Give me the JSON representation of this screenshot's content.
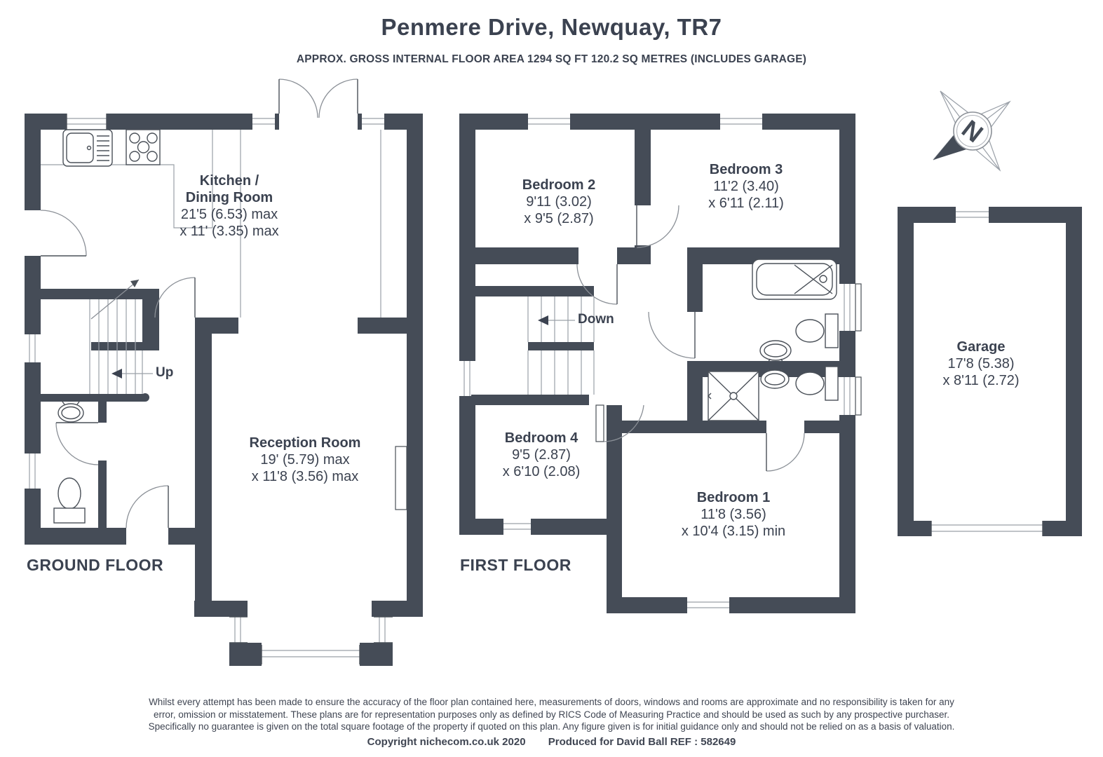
{
  "header": {
    "title": "Penmere Drive, Newquay, TR7",
    "subtitle": "APPROX. GROSS INTERNAL FLOOR AREA 1294 SQ FT 120.2 SQ METRES (INCLUDES GARAGE)"
  },
  "floors": {
    "ground": "GROUND FLOOR",
    "first": "FIRST FLOOR"
  },
  "rooms": {
    "kitchen": {
      "name1": "Kitchen /",
      "name2": "Dining Room",
      "dim1": "21'5 (6.53) max",
      "dim2": "x 11' (3.35) max"
    },
    "reception": {
      "name1": "Reception Room",
      "dim1": "19' (5.79) max",
      "dim2": "x 11'8 (3.56) max"
    },
    "bedroom2": {
      "name1": "Bedroom 2",
      "dim1": "9'11 (3.02)",
      "dim2": "x 9'5 (2.87)"
    },
    "bedroom3": {
      "name1": "Bedroom 3",
      "dim1": "11'2 (3.40)",
      "dim2": "x 6'11 (2.11)"
    },
    "bedroom4": {
      "name1": "Bedroom 4",
      "dim1": "9'5 (2.87)",
      "dim2": "x 6'10 (2.08)"
    },
    "bedroom1": {
      "name1": "Bedroom 1",
      "dim1": "11'8 (3.56)",
      "dim2": "x 10'4 (3.15) min"
    },
    "garage": {
      "name1": "Garage",
      "dim1": "17'8 (5.38)",
      "dim2": "x 8'11 (2.72)"
    }
  },
  "stairs": {
    "up": "Up",
    "down": "Down"
  },
  "compass": {
    "north": "N"
  },
  "footer": {
    "disclaimer1": "Whilst every attempt has been made to ensure the accuracy of the floor plan contained here, measurements of doors, windows and rooms are approximate and no responsibility is taken for any",
    "disclaimer2": "error, omission or misstatement. These plans are for representation purposes only as defined by RICS Code of Measuring Practice and should be used as such by any prospective purchaser.",
    "disclaimer3": "Specifically no guarantee is given on the total square footage of the property if quoted on this plan. Any figure given is for initial guidance only and should not be relied on as a basis of valuation.",
    "copyright1": "Copyright nichecom.co.uk 2020",
    "copyright2": "Produced for David Ball  REF : 582649"
  },
  "colors": {
    "wall": "#454c57",
    "text": "#3b4250",
    "line": "#4a5058",
    "guide": "#9aa0a8",
    "arc": "#8b9097"
  }
}
